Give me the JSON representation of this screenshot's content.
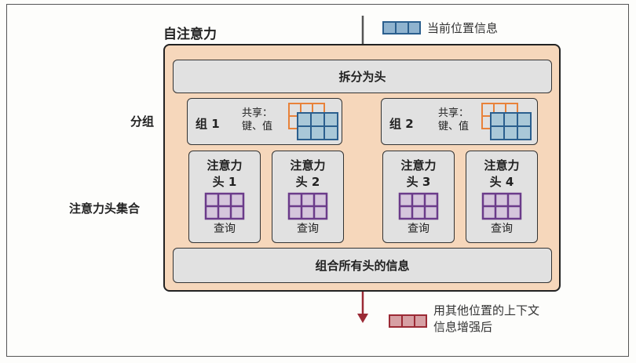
{
  "title": "自注意力",
  "legend_top": {
    "label": "当前位置信息",
    "color": "#8fb3cf",
    "border": "#2b5f8e"
  },
  "legend_bottom": {
    "label_line1": "用其他位置的上下文",
    "label_line2": "信息增强后",
    "color": "#d7a0a4",
    "border": "#9b2a35"
  },
  "split_label": "拆分为头",
  "combine_label": "组合所有头的信息",
  "side_labels": {
    "groups": "分组",
    "heads": "注意力头集合"
  },
  "groups": [
    {
      "label": "组 1",
      "share_line1": "共享：",
      "share_line2": "键、值"
    },
    {
      "label": "组 2",
      "share_line1": "共享：",
      "share_line2": "键、值"
    }
  ],
  "heads": [
    {
      "line1": "注意力",
      "line2": "头 1",
      "query": "查询"
    },
    {
      "line1": "注意力",
      "line2": "头 2",
      "query": "查询"
    },
    {
      "line1": "注意力",
      "line2": "头 3",
      "query": "查询"
    },
    {
      "line1": "注意力",
      "line2": "头 4",
      "query": "查询"
    }
  ],
  "colors": {
    "key": "#e8823a",
    "value": "#2b5f8e",
    "value_fill": "#a9c8d8",
    "query": "#6b3b8a",
    "query_fill": "#d5c6dc",
    "arrow_in": "#555555",
    "arrow_out": "#9b2a35"
  }
}
